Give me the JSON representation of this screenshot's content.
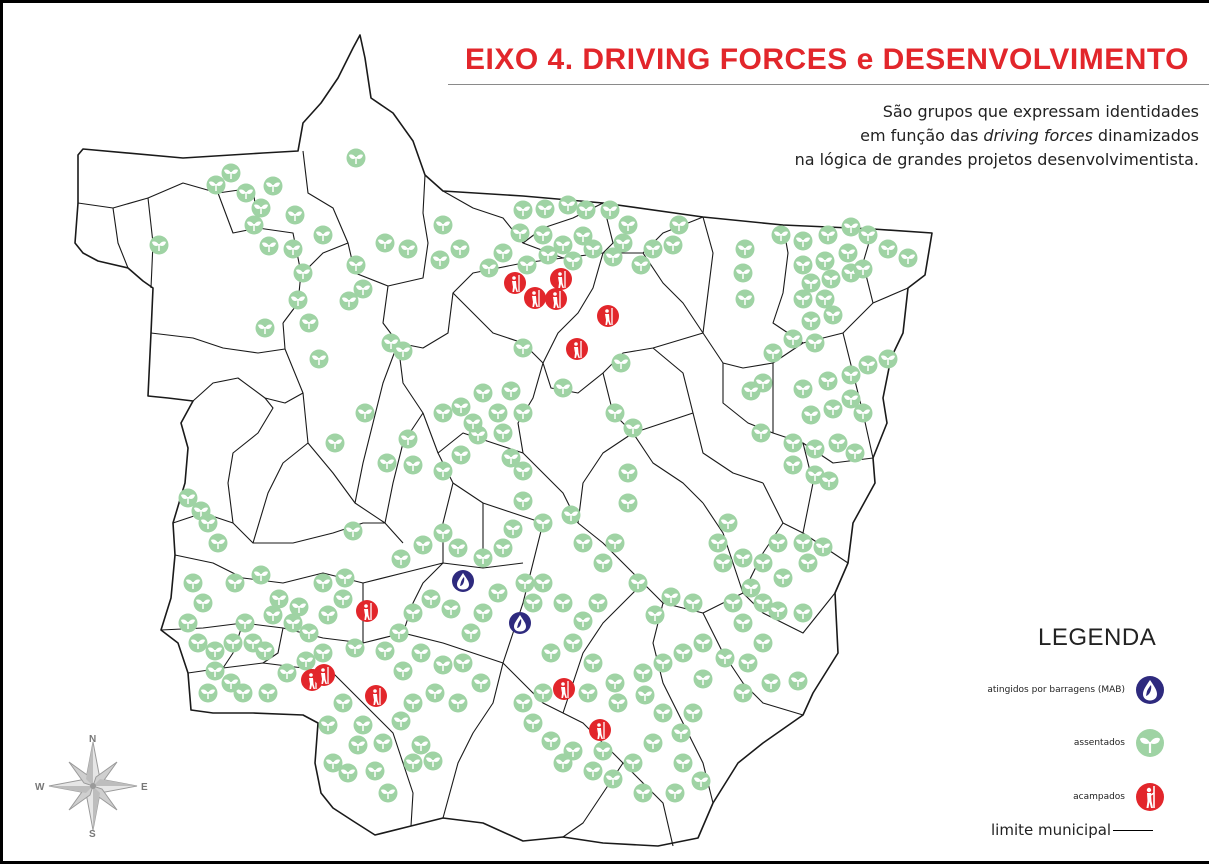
{
  "title": "EIXO 4. DRIVING FORCES e DESENVOLVIMENTO",
  "subtitle": {
    "line1": "São grupos que expressam identidades",
    "line2_pre": "em função das ",
    "line2_em": "driving forces",
    "line2_post": " dinamizados",
    "line3": "na lógica de grandes projetos desenvolvimentista."
  },
  "legend": {
    "title": "LEGENDA",
    "items": [
      {
        "label": "atingidos por barragens (MAB)",
        "icon": "drop-icon"
      },
      {
        "label": "assentados",
        "icon": "sprout-icon"
      },
      {
        "label": "acampados",
        "icon": "person-icon"
      }
    ],
    "municipal_label": "limite municipal"
  },
  "compass": {
    "n": "N",
    "s": "S",
    "e": "E",
    "w": "W"
  },
  "colors": {
    "title": "#e2262b",
    "assentados": "#9fd3a4",
    "acampados": "#e2262b",
    "mab": "#2e2a7e",
    "border": "#1a1a1a"
  },
  "map_markers": {
    "mab": [
      [
        460,
        578
      ],
      [
        517,
        620
      ]
    ],
    "acampados": [
      [
        512,
        280
      ],
      [
        558,
        276
      ],
      [
        532,
        295
      ],
      [
        553,
        296
      ],
      [
        605,
        313
      ],
      [
        574,
        346
      ],
      [
        364,
        608
      ],
      [
        309,
        677
      ],
      [
        321,
        672
      ],
      [
        373,
        693
      ],
      [
        561,
        686
      ],
      [
        597,
        727
      ]
    ]
  }
}
